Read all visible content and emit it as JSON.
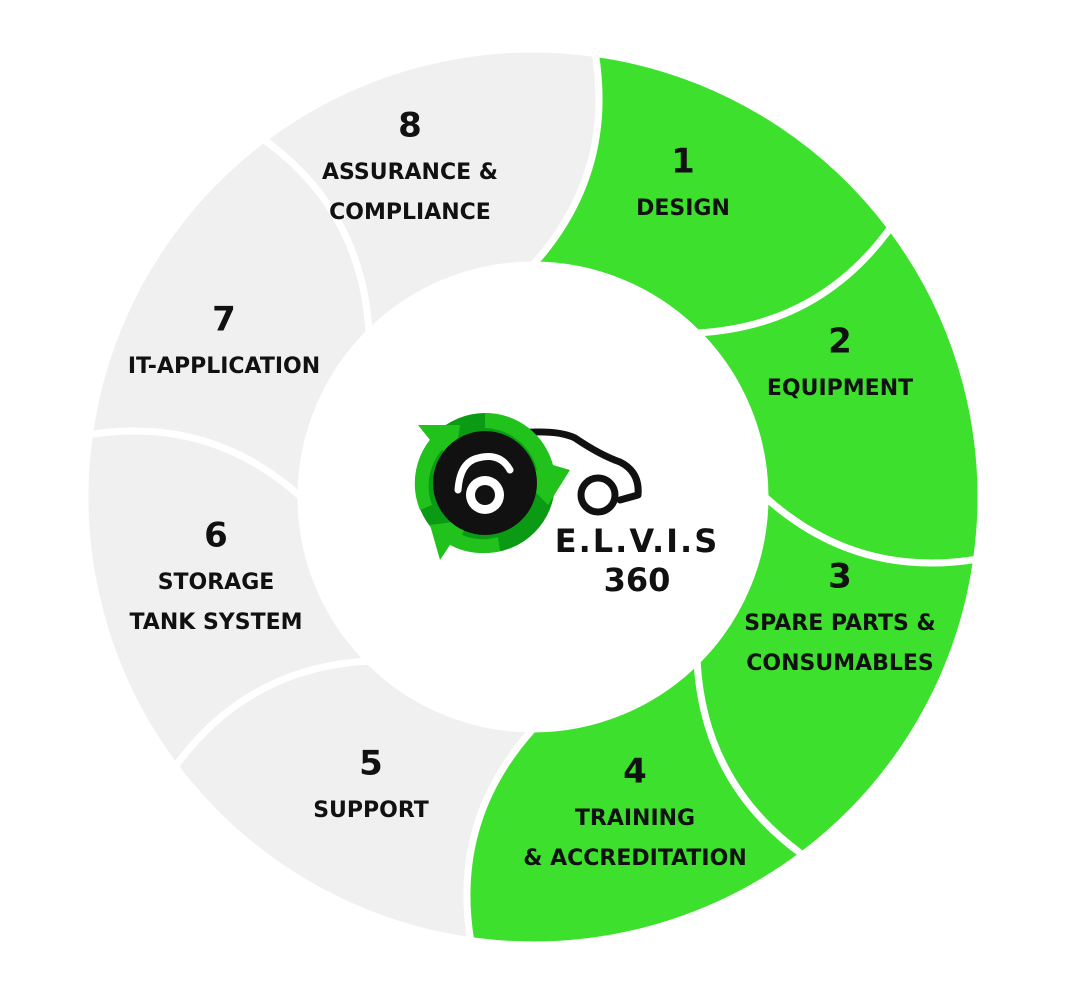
{
  "diagram": {
    "colors": {
      "active": "#3ee02e",
      "inactive": "#f0f0f0",
      "separator": "#ffffff",
      "text": "#111111",
      "logo_green_dark": "#0a9a14",
      "logo_green_light": "#22c21c",
      "logo_black": "#111111"
    },
    "segments": [
      {
        "number": "1",
        "lines": [
          "DESIGN"
        ],
        "state": "active"
      },
      {
        "number": "2",
        "lines": [
          "EQUIPMENT"
        ],
        "state": "active"
      },
      {
        "number": "3",
        "lines": [
          "SPARE PARTS &",
          "CONSUMABLES"
        ],
        "state": "active"
      },
      {
        "number": "4",
        "lines": [
          "TRAINING",
          "& ACCREDITATION"
        ],
        "state": "active"
      },
      {
        "number": "5",
        "lines": [
          "SUPPORT"
        ],
        "state": "inactive"
      },
      {
        "number": "6",
        "lines": [
          "STORAGE",
          "TANK SYSTEM"
        ],
        "state": "inactive"
      },
      {
        "number": "7",
        "lines": [
          "IT-APPLICATION"
        ],
        "state": "inactive"
      },
      {
        "number": "8",
        "lines": [
          "ASSURANCE &",
          "COMPLIANCE"
        ],
        "state": "inactive"
      }
    ],
    "logo": {
      "name": "recycle-car-logo-icon",
      "line1": "E.L.V.I.S",
      "line2": "360"
    }
  }
}
